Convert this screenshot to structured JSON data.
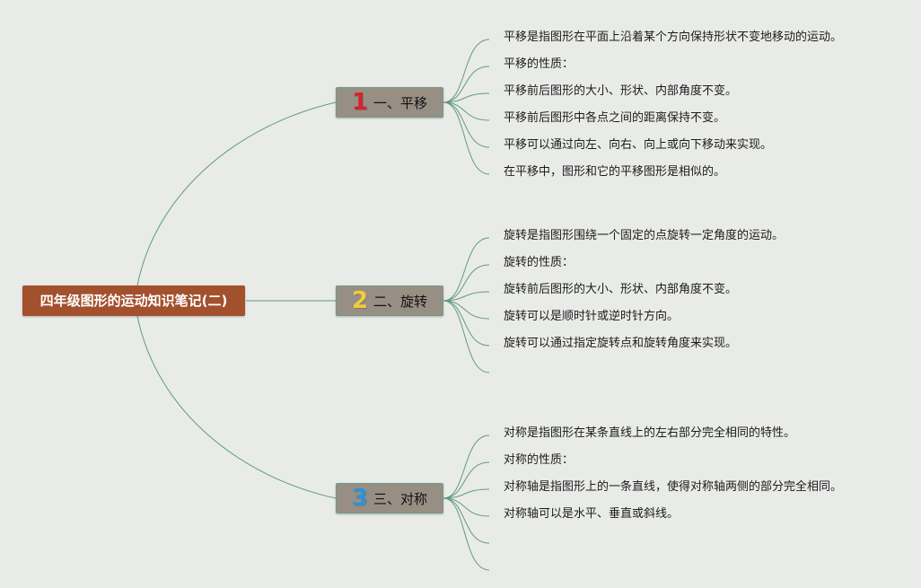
{
  "root": {
    "title": "四年级图形的运动知识笔记(二)"
  },
  "branches": [
    {
      "number": "1",
      "number_color": "#d8202e",
      "label": "一、平移",
      "leaves": [
        "平移是指图形在平面上沿着某个方向保持形状不变地移动的运动。",
        "平移的性质：",
        "平移前后图形的大小、形状、内部角度不变。",
        "平移前后图形中各点之间的距离保持不变。",
        "平移可以通过向左、向右、向上或向下移动来实现。",
        "在平移中，图形和它的平移图形是相似的。"
      ]
    },
    {
      "number": "2",
      "number_color": "#f2cc3a",
      "label": "二、旋转",
      "leaves": [
        "旋转是指图形围绕一个固定的点旋转一定角度的运动。",
        "旋转的性质：",
        "旋转前后图形的大小、形状、内部角度不变。",
        "旋转可以是顺时针或逆时针方向。",
        "旋转可以通过指定旋转点和旋转角度来实现。",
        ""
      ]
    },
    {
      "number": "3",
      "number_color": "#2e93d6",
      "label": "三、对称",
      "leaves": [
        "对称是指图形在某条直线上的左右部分完全相同的特性。",
        "对称的性质：",
        "对称轴是指图形上的一条直线，使得对称轴两侧的部分完全相同。",
        "对称轴可以是水平、垂直或斜线。",
        "",
        ""
      ]
    }
  ],
  "colors": {
    "connector": "#5f9a80",
    "background": "#e9ebe8"
  }
}
